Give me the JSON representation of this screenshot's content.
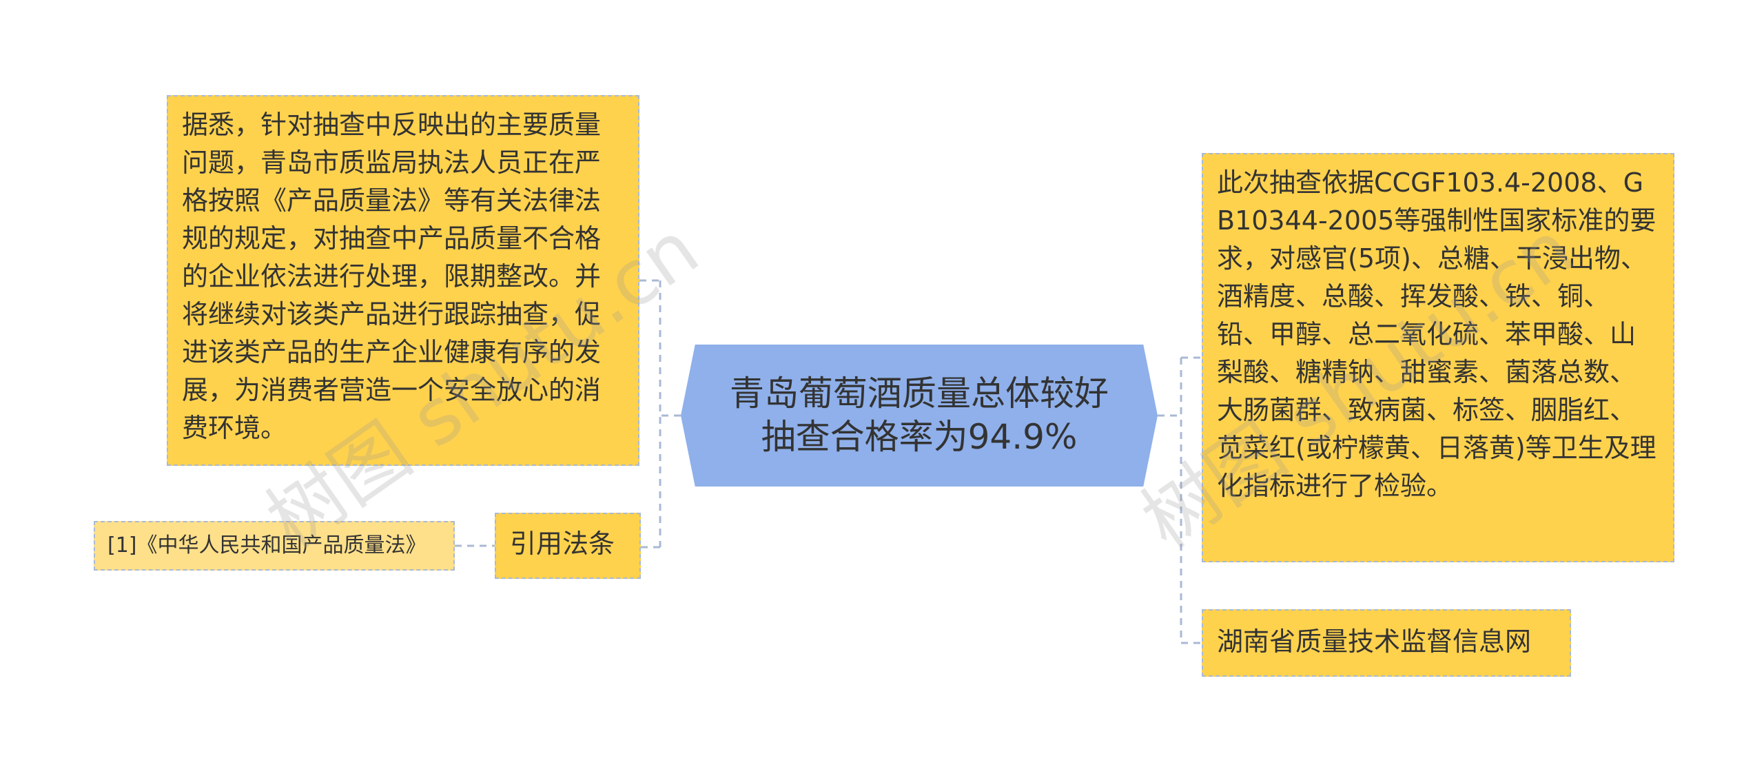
{
  "root": {
    "line1": "青岛葡萄酒质量总体较好",
    "line2": "抽查合格率为94.9%"
  },
  "left": {
    "measures": "据悉，针对抽查中反映出的主要质量问题，青岛市质监局执法人员正在严格按照《产品质量法》等有关法律法规的规定，对抽查中产品质量不合格的企业依法进行处理，限期整改。并将继续对该类产品进行跟踪抽查，促进该类产品的生产企业健康有序的发展，为消费者营造一个安全放心的消费环境。",
    "citation_label": "引用法条",
    "law_reference": "[1]《中华人民共和国产品质量法》"
  },
  "right": {
    "basis": "此次抽查依据CCGF103.4-2008、GB10344-2005等强制性国家标准的要求，对感官(5项)、总糖、干浸出物、酒精度、总酸、挥发酸、铁、铜、铅、甲醇、总二氧化硫、苯甲酸、山梨酸、糖精钠、甜蜜素、菌落总数、大肠菌群、致病菌、标签、胭脂红、苋菜红(或柠檬黄、日落黄)等卫生及理化指标进行了检验。",
    "source": "湖南省质量技术监督信息网"
  },
  "watermark": "树图 shutu.cn",
  "colors": {
    "root_fill": "#8fb0ea",
    "node_fill": "#ffd24d",
    "law_fill": "#ffe08a",
    "connector": "#a9b9d4"
  }
}
